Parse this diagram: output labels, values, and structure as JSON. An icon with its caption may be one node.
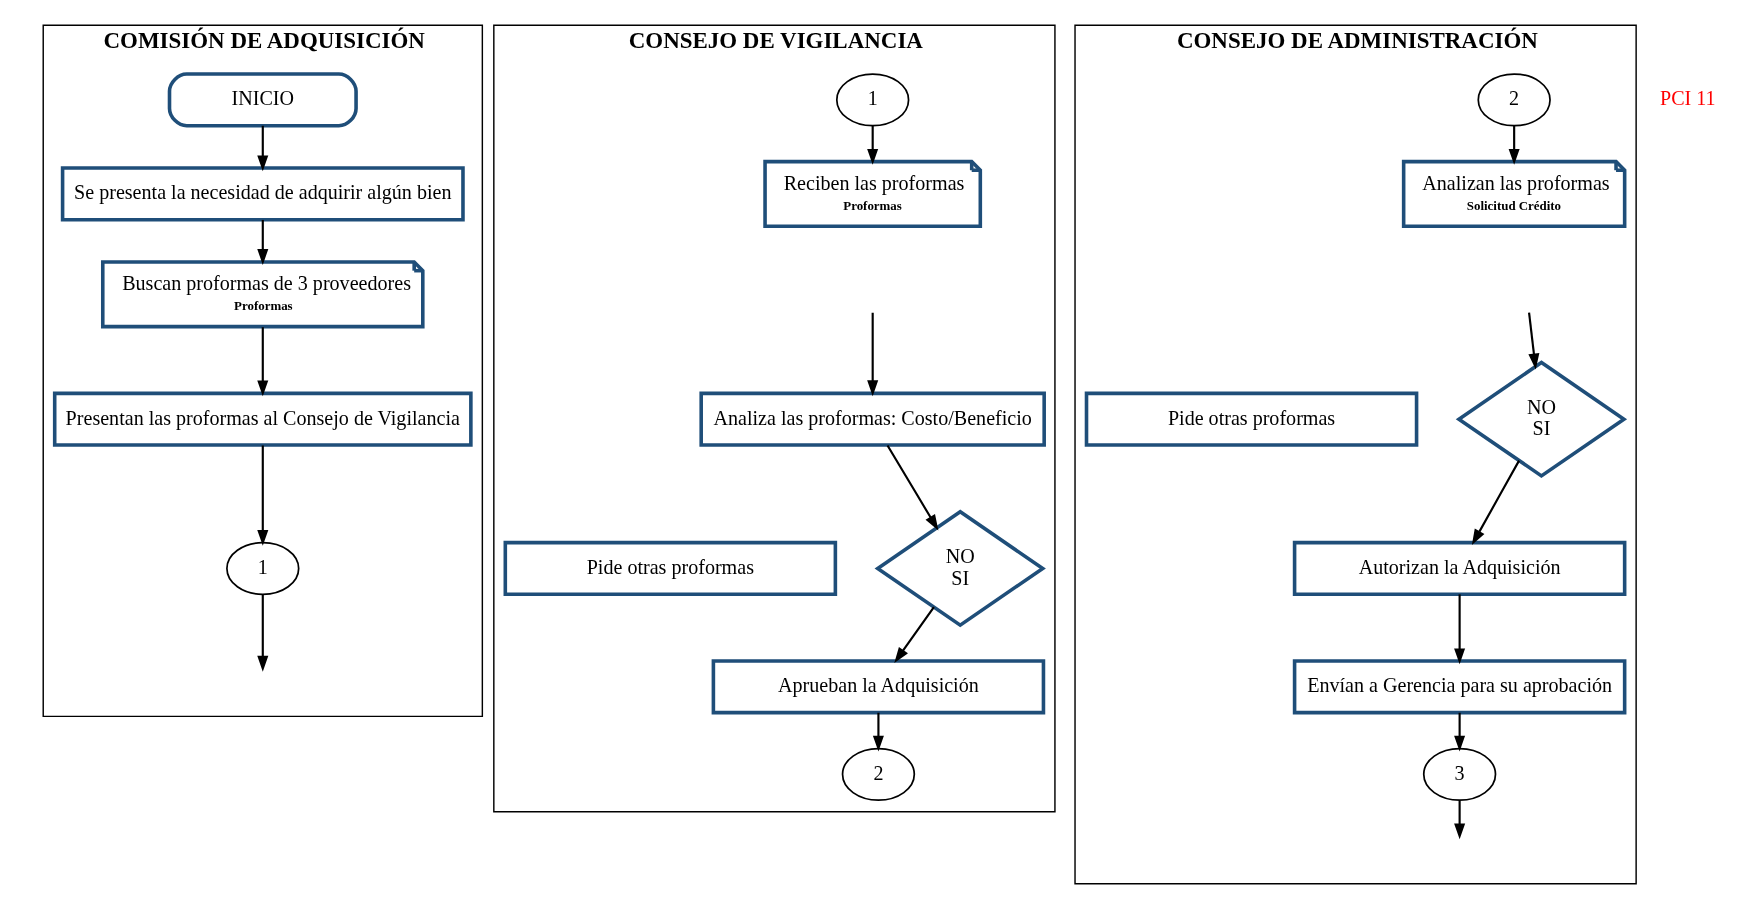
{
  "diagram": {
    "nodes": [
      {
        "text": [
          "COMISIÓN DE ADQUISICIÓN"
        ]
      },
      {
        "text": [
          "INICIO"
        ],
        "in": 0
      },
      {
        "text": [
          "Se presenta la necesidad de adquirir algún bien"
        ],
        "in": 0
      },
      {
        "text": [
          "Buscan proformas de 3 proveedores",
          "Proformas"
        ],
        "in": 0
      },
      {
        "text": [
          "Presentan las proformas al Consejo de Vigilancia"
        ],
        "in": 0
      },
      {
        "text": [
          "1"
        ],
        "in": 0
      },
      {
        "text": [
          "CONSEJO DE VIGILANCIA"
        ]
      },
      {
        "text": [
          "1"
        ],
        "in": 6
      },
      {
        "text": [
          "Reciben las proformas",
          "Proformas"
        ],
        "in": 6
      },
      {
        "text": [
          "Analiza las proformas: Costo/Beneficio"
        ],
        "in": 6
      },
      {
        "text": [
          "NO",
          "SI"
        ],
        "in": 6
      },
      {
        "text": [
          "Pide otras proformas"
        ],
        "in": 6
      },
      {
        "text": [
          "Aprueban la Adquisición"
        ],
        "in": 6
      },
      {
        "text": [
          "2"
        ],
        "in": 6
      },
      {
        "text": [
          "CONSEJO DE ADMINISTRACIÓN"
        ]
      },
      {
        "text": [
          "2"
        ],
        "in": 14
      },
      {
        "text": [
          "Analizan las proformas",
          "Solicitud Crédito"
        ],
        "in": 14
      },
      {
        "text": [
          "NO",
          "SI"
        ],
        "in": 14
      },
      {
        "text": [
          "Pide otras proformas"
        ],
        "in": 14
      },
      {
        "text": [
          "Autorizan la Adquisición"
        ],
        "in": 14
      },
      {
        "text": [
          "Envían a Gerencia para su aprobación"
        ],
        "in": 14
      },
      {
        "text": [
          "3"
        ],
        "in": 14
      }
    ],
    "edges": [
      {
        "from": 1,
        "to": 2,
        "arrow": "to"
      },
      {
        "from": 2,
        "to": 3,
        "arrow": "to"
      },
      {
        "from": 3,
        "to": 4,
        "arrow": "to"
      },
      {
        "from": 4,
        "to": 5,
        "arrow": "to"
      },
      {
        "from": 5,
        "to": null,
        "arrow": "to"
      },
      {
        "from": 7,
        "to": 8,
        "arrow": "to"
      },
      {
        "from": null,
        "to": 9,
        "arrow": "to"
      },
      {
        "from": 9,
        "to": 10,
        "arrow": "to"
      },
      {
        "from": 10,
        "to": 12,
        "arrow": "to"
      },
      {
        "from": 12,
        "to": 13,
        "arrow": "to"
      },
      {
        "from": 15,
        "to": 16,
        "arrow": "to"
      },
      {
        "from": null,
        "to": 17,
        "arrow": "to"
      },
      {
        "from": 17,
        "to": 19,
        "arrow": "to"
      },
      {
        "from": 19,
        "to": 20,
        "arrow": "to"
      },
      {
        "from": 20,
        "to": 21,
        "arrow": "to"
      },
      {
        "from": 21,
        "to": null,
        "arrow": "to"
      }
    ],
    "labels": [
      "PCI 11"
    ]
  }
}
